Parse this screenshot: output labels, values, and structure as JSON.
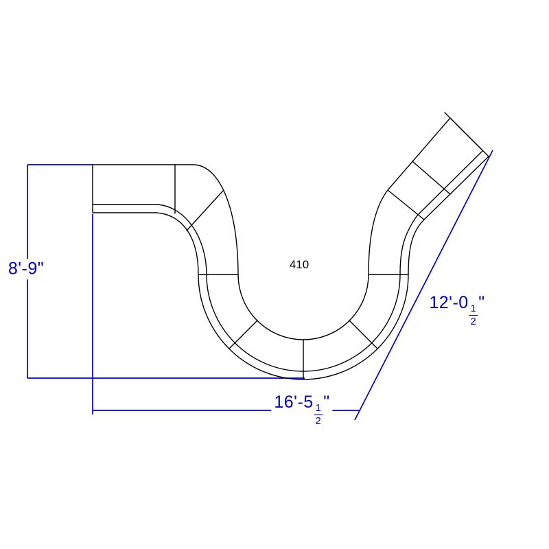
{
  "model_label": "410",
  "dimensions": {
    "height": {
      "text": "8'-9\"",
      "value": "8'-9",
      "suffix": "\""
    },
    "width": {
      "text": "16'-5 1/2\"",
      "value": "16'-5",
      "frac_num": "1",
      "frac_den": "2",
      "suffix": "\""
    },
    "diagonal": {
      "text": "12'-0 1/2\"",
      "value": "12'-0",
      "frac_num": "1",
      "frac_den": "2",
      "suffix": "\""
    }
  },
  "colors": {
    "dimension": "#0000cd",
    "furniture": "#000000",
    "background": "#ffffff"
  }
}
